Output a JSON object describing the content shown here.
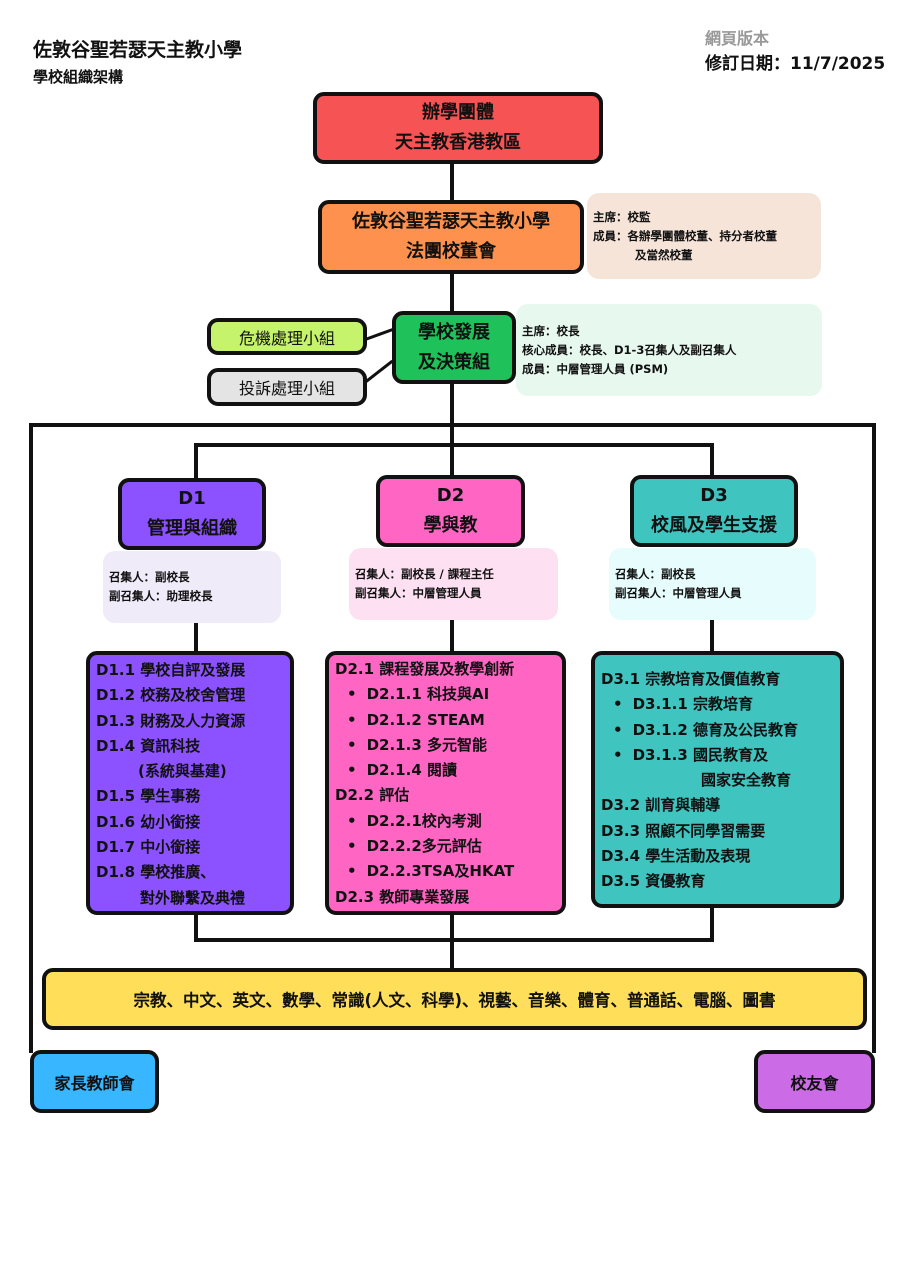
{
  "header": {
    "school": "佐敦谷聖若瑟天主教小學",
    "subtitle": "學校組織架構",
    "version": "網頁版本",
    "revised": "修訂日期：11/7/2025"
  },
  "sponsor": {
    "line1": "辦學團體",
    "line2": "天主教香港教區"
  },
  "imc": {
    "line1": "佐敦谷聖若瑟天主教小學",
    "line2": "法團校董會",
    "info": [
      "主席：校監",
      "成員：各辦學團體校董、持分者校董",
      "及當然校董"
    ]
  },
  "sdc": {
    "line1": "學校發展",
    "line2": "及決策組",
    "info": [
      "主席：校長",
      "核心成員：校長、D1-3召集人及副召集人",
      "成員：中層管理人員 (PSM)"
    ]
  },
  "crisis": "危機處理小組",
  "complaint": "投訴處理小組",
  "d1": {
    "code": "D1",
    "name": "管理與組織",
    "info": [
      "召集人：副校長",
      "副召集人：助理校長"
    ],
    "items": [
      "D1.1  學校自評及發展",
      "D1.2  校務及校舍管理",
      "D1.3  財務及人力資源",
      "D1.4  資訊科技",
      "(系統與基建)",
      "D1.5  學生事務",
      "D1.6  幼小銜接",
      "D1.7  中小銜接",
      "D1.8  學校推廣、",
      "對外聯繫及典禮"
    ]
  },
  "d2": {
    "code": "D2",
    "name": "學與教",
    "info": [
      "召集人：副校長 / 課程主任",
      "副召集人：中層管理人員"
    ],
    "items": [
      "D2.1  課程發展及教學創新",
      "D2.1.1  科技與AI",
      "D2.1.2  STEAM",
      "D2.1.3  多元智能",
      "D2.1.4  閱讀",
      "D2.2  評估",
      "D2.2.1校內考測",
      "D2.2.2多元評估",
      "D2.2.3TSA及HKAT",
      "D2.3  教師專業發展"
    ]
  },
  "d3": {
    "code": "D3",
    "name": "校風及學生支援",
    "info": [
      "召集人：副校長",
      "副召集人：中層管理人員"
    ],
    "items": [
      "D3.1  宗教培育及價值教育",
      "D3.1.1  宗教培育",
      "D3.1.2  德育及公民教育",
      "D3.1.3  國民教育及",
      "國家安全教育",
      "D3.2  訓育與輔導",
      "D3.3  照顧不同學習需要",
      "D3.4  學生活動及表現",
      "D3.5  資優教育"
    ]
  },
  "subjects": "宗教、中文、英文、數學、常識(人文、科學)、視藝、音樂、體育、普通話、電腦、圖書",
  "pta": "家長教師會",
  "alumni": "校友會"
}
